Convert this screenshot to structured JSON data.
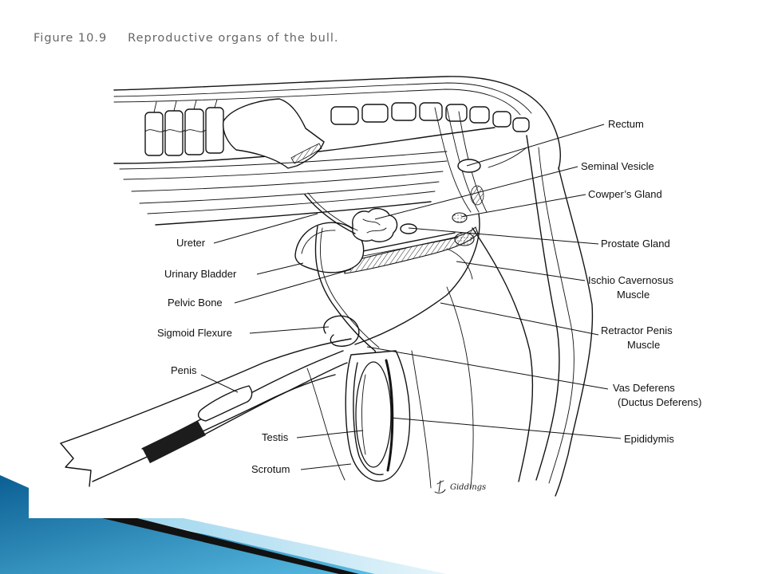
{
  "slide": {
    "figure_number": "Figure 10.9",
    "caption": "Reproductive organs of the bull."
  },
  "labels": {
    "rectum": "Rectum",
    "seminal_vesicle": "Seminal Vesicle",
    "cowpers_gland": "Cowper’s Gland",
    "prostate_gland": "Prostate Gland",
    "ischio_cavernosus_line1": "Ischio Cavernosus",
    "ischio_cavernosus_line2": "Muscle",
    "retractor_penis_line1": "Retractor Penis",
    "retractor_penis_line2": "Muscle",
    "vas_deferens_line1": "Vas Deferens",
    "vas_deferens_line2": "(Ductus Deferens)",
    "epididymis": "Epididymis",
    "ureter": "Ureter",
    "urinary_bladder": "Urinary Bladder",
    "pelvic_bone": "Pelvic Bone",
    "sigmoid_flexure": "Sigmoid Flexure",
    "penis": "Penis",
    "testis": "Testis",
    "scrotum": "Scrotum"
  },
  "signature": "Giddings",
  "colors": {
    "title_text": "#666666",
    "ink": "#141414",
    "theme_blue_dark": "#0b5f93",
    "theme_blue_light": "#5cc0e6"
  }
}
